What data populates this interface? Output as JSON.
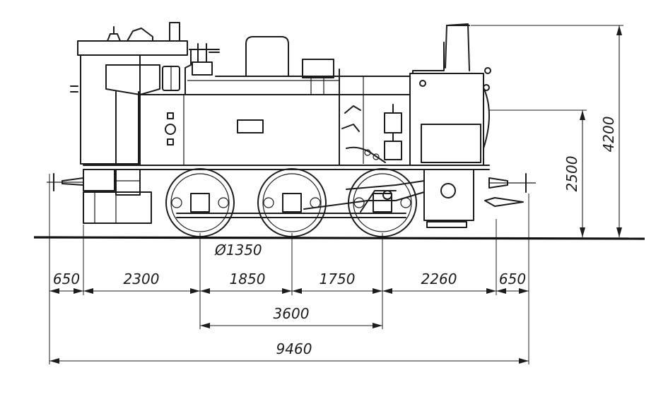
{
  "diagram": {
    "wheel_diameter_label": "Ø1350",
    "horizontal_dimensions": {
      "front_overhang": "650",
      "front_to_axle1": "2300",
      "axle1_to_axle2": "1850",
      "axle2_to_axle3": "1750",
      "axle3_to_buffer": "2260",
      "rear_overhang": "650",
      "wheelbase": "3600",
      "overall_length": "9460"
    },
    "vertical_dimensions": {
      "boiler_axis_height": "2500",
      "chimney_height": "4200"
    }
  }
}
